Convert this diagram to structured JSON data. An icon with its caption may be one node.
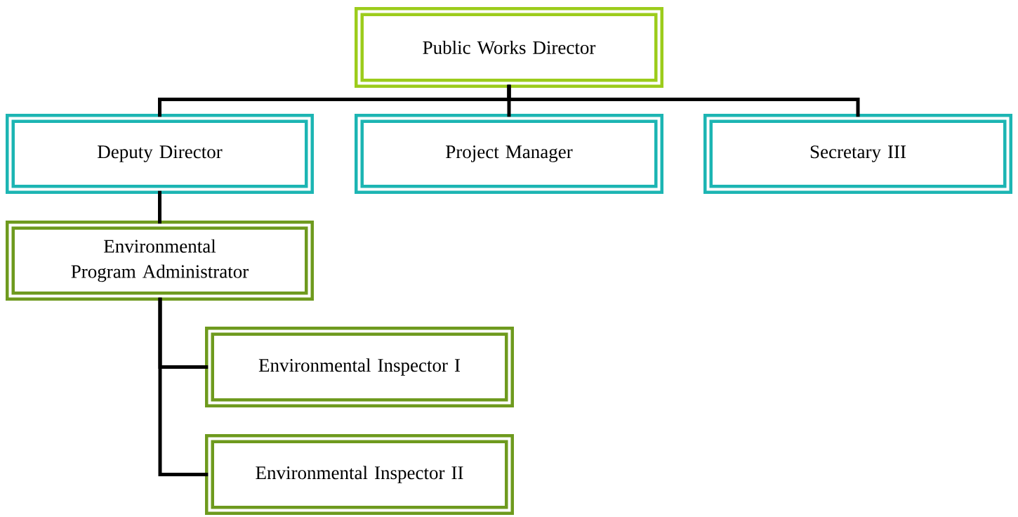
{
  "diagram": {
    "nodes": [
      {
        "text": [
          "Public Works Director"
        ]
      },
      {
        "text": [
          "Deputy Director"
        ]
      },
      {
        "text": [
          "Project Manager"
        ]
      },
      {
        "text": [
          "Secretary III"
        ]
      },
      {
        "text": [
          "Environmental Program Administrator"
        ]
      },
      {
        "text": [
          "Environmental Inspector I"
        ]
      },
      {
        "text": [
          "Environmental Inspector II"
        ]
      }
    ],
    "edges": [
      {
        "from": 0,
        "to": 1,
        "arrow": "none"
      },
      {
        "from": 0,
        "to": 2,
        "arrow": "none"
      },
      {
        "from": 0,
        "to": 3,
        "arrow": "none"
      },
      {
        "from": 1,
        "to": 4,
        "arrow": "none"
      },
      {
        "from": 4,
        "to": 5,
        "arrow": "none"
      },
      {
        "from": 4,
        "to": 6,
        "arrow": "none"
      }
    ]
  }
}
